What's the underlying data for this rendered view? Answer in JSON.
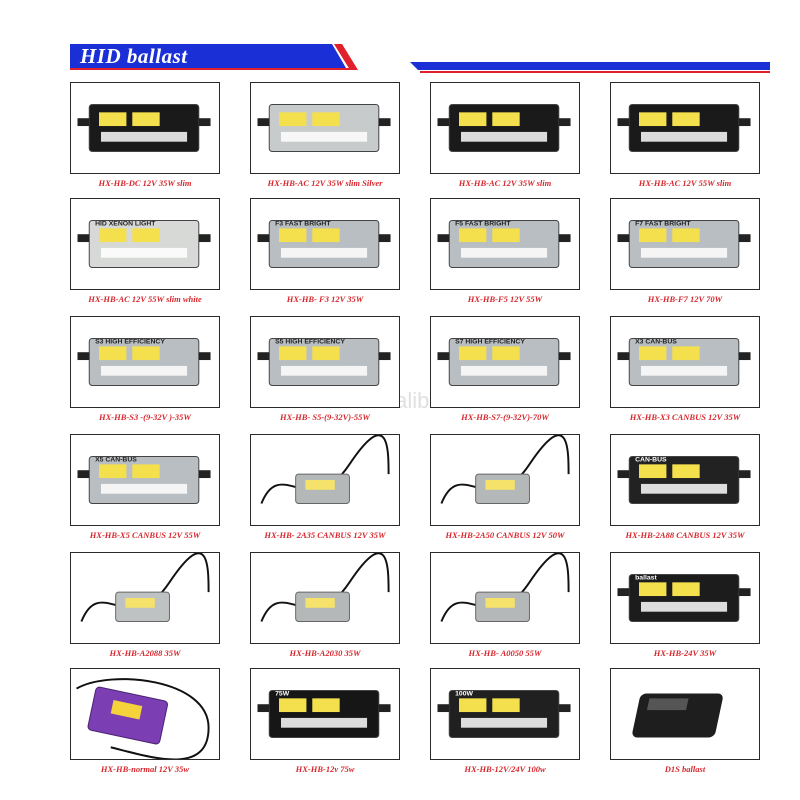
{
  "header": {
    "title": "HID ballast",
    "accent_color": "#1b2fd6",
    "line_color": "#e0202c"
  },
  "watermark": "autohid.en.alibaba.com",
  "products": [
    {
      "caption": "HX-HB-DC 12V 35W slim",
      "style": "black"
    },
    {
      "caption": "HX-HB-AC 12V 35W slim Silver",
      "style": "silver"
    },
    {
      "caption": "HX-HB-AC 12V 35W slim",
      "style": "black"
    },
    {
      "caption": "HX-HB-AC 12V 55W slim",
      "style": "black"
    },
    {
      "caption": "HX-HB-AC 12V 55W slim white",
      "style": "white",
      "label": "HID XENON LIGHT"
    },
    {
      "caption": "HX-HB- F3  12V  35W",
      "style": "grey",
      "label": "F3  FAST BRIGHT"
    },
    {
      "caption": "HX-HB-F5 12V 55W",
      "style": "grey",
      "label": "F5  FAST BRIGHT"
    },
    {
      "caption": "HX-HB-F7  12V 70W",
      "style": "grey",
      "label": "F7  FAST BRIGHT"
    },
    {
      "caption": "HX-HB-S3 -(9-32V )-35W",
      "style": "grey",
      "label": "S3  HIGH EFFICIENCY"
    },
    {
      "caption": "HX-HB- S5-(9-32V)-55W",
      "style": "grey",
      "label": "S5  HIGH EFFICIENCY"
    },
    {
      "caption": "HX-HB-S7-(9-32V)-70W",
      "style": "grey",
      "label": "S7  HIGH EFFICIENCY"
    },
    {
      "caption": "HX-HB-X3 CANBUS 12V  35W",
      "style": "grey",
      "label": "X3   CAN-BUS"
    },
    {
      "caption": "HX-HB-X5 CANBUS 12V 55W",
      "style": "grey",
      "label": "X5   CAN-BUS"
    },
    {
      "caption": "HX-HB- 2A35 CANBUS 12V 35W",
      "style": "wired-silver"
    },
    {
      "caption": "HX-HB-2A50 CANBUS 12V 50W",
      "style": "wired-silver"
    },
    {
      "caption": "HX-HB-2A88 CANBUS 12V 35W",
      "style": "black-canbus",
      "label": "CAN-BUS"
    },
    {
      "caption": "HX-HB-A2088  35W",
      "style": "wired-small"
    },
    {
      "caption": "HX-HB-A2030  35W",
      "style": "wired-silver"
    },
    {
      "caption": "HX-HB- A0050 55W",
      "style": "wired-silver"
    },
    {
      "caption": "HX-HB-24V 35W",
      "style": "black-ballast",
      "label": "ballast"
    },
    {
      "caption": "HX-HB-normal 12V 35w",
      "style": "purple"
    },
    {
      "caption": "HX-HB-12v 75w",
      "style": "black-75",
      "label": "75W"
    },
    {
      "caption": "HX-HB-12V/24V 100w",
      "style": "black-100",
      "label": "100W"
    },
    {
      "caption": "D1S ballast",
      "style": "d1s"
    }
  ]
}
